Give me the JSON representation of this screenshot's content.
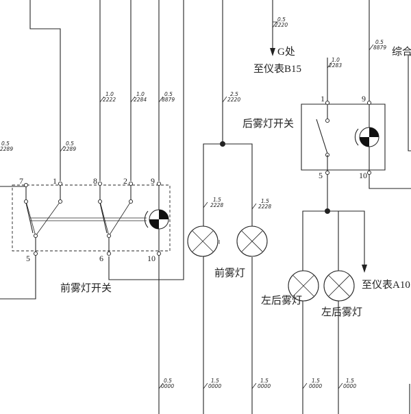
{
  "labels": {
    "front_switch": "前雾灯开关",
    "front_fog_lamp": "前雾灯",
    "rear_switch": "后雾灯开关",
    "rear_left_1": "左后雾灯",
    "rear_left_2": "左后雾灯",
    "to_b15": "至仪表B15",
    "to_a10": "至仪表A10",
    "g_point": "G处",
    "combo": "综合"
  },
  "terminals": {
    "fs_7": "7",
    "fs_1": "1",
    "fs_8": "8",
    "fs_2": "2",
    "fs_9": "9",
    "fs_5": "5",
    "fs_6": "6",
    "fs_10": "10",
    "rs_1": "1",
    "rs_9": "9",
    "rs_5": "5",
    "rs_10": "10"
  },
  "wires": {
    "top_g": {
      "gauge": "0.5",
      "code": "2220"
    },
    "top_8879": {
      "gauge": "0.5",
      "code": "8879"
    },
    "rear_feed": {
      "gauge": "1.0",
      "code": "2283"
    },
    "rear_9": {
      "gauge": "0.5",
      "code": "8879"
    },
    "fs8": {
      "gauge": "1.0",
      "code": "2222"
    },
    "fs2": {
      "gauge": "1.0",
      "code": "2284"
    },
    "fs9": {
      "gauge": "0.5",
      "code": "8879"
    },
    "main_feed": {
      "gauge": "2.5",
      "code": "2220"
    },
    "left_edge": {
      "gauge": "0.5",
      "code": "2289"
    },
    "fs1": {
      "gauge": "0.5",
      "code": "2289"
    },
    "lamp_left": {
      "gauge": "1.5",
      "code": "2228"
    },
    "lamp_right": {
      "gauge": "1.5",
      "code": "2228"
    },
    "g1": {
      "gauge": "0.5",
      "code": "0000"
    },
    "g2": {
      "gauge": "1.5",
      "code": "0000"
    },
    "g3": {
      "gauge": "1.5",
      "code": "0000"
    },
    "g4": {
      "gauge": "1.5",
      "code": "0000"
    },
    "g5": {
      "gauge": "1.5",
      "code": "0000"
    }
  }
}
